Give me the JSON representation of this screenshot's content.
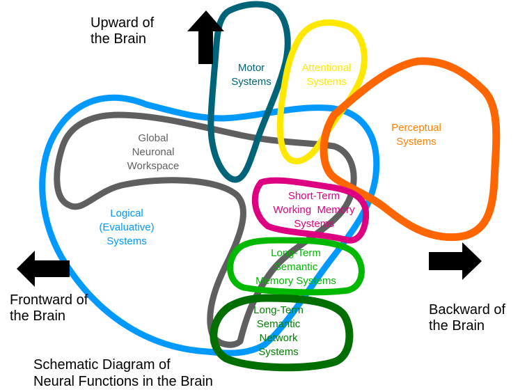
{
  "title": "Schematic Diagram of\nNeural Functions in the Brain",
  "directions": {
    "up": {
      "label": "Upward of\nthe Brain",
      "icon": "arrow-up-icon"
    },
    "front": {
      "label": "Frontward of\nthe Brain",
      "icon": "arrow-left-icon"
    },
    "back": {
      "label": "Backward of\nthe Brain",
      "icon": "arrow-right-icon"
    }
  },
  "regions": {
    "motor": {
      "label": "Motor\nSystems",
      "color": "#006478"
    },
    "attentional": {
      "label": "Attentional\nSystems",
      "color": "#FFE800"
    },
    "perceptual": {
      "label": "Perceptual\nSystems",
      "color": "#FF6600",
      "text_color": "#FF8000"
    },
    "global": {
      "label": "Global\nNeuronal\nWorkspace",
      "color": "#5F5F5F"
    },
    "logical": {
      "label": "Logical\n(Evaluative)\nSystems",
      "color": "#0099FF"
    },
    "short_term": {
      "label": "Short-Term\nWorking  Memory\nSystems",
      "color": "#DD0080"
    },
    "lt_memory": {
      "label": "Long-Term\nSemantic\nMemory Systems",
      "color": "#00B800"
    },
    "lt_network": {
      "label": "Long-Term\nSemantic\nNetwork\nSystems",
      "color": "#006E00",
      "text_color": "#008000"
    }
  }
}
